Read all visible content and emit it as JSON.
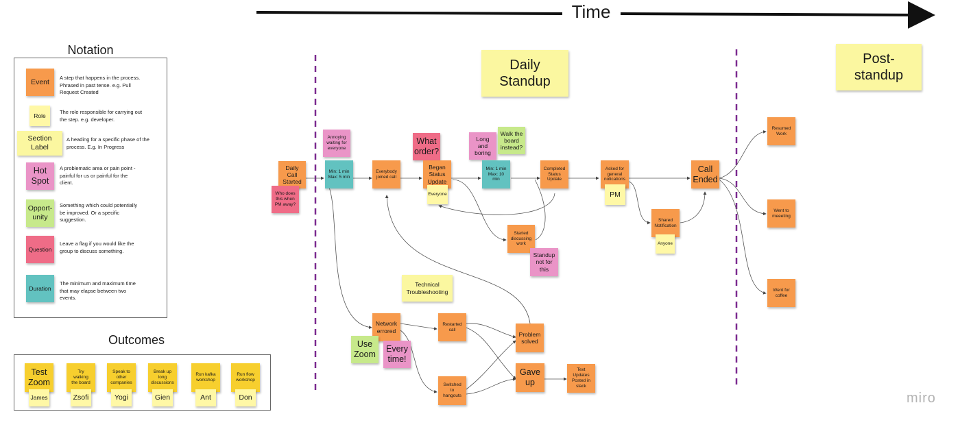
{
  "header": {
    "title": "Time"
  },
  "notation": {
    "title": "Notation",
    "items": [
      {
        "label": "Event",
        "description": "A step that happens in the process.\nPhrased in past tense. e.g. Pull\nRequest Created"
      },
      {
        "label": "Role",
        "description": "The role responsible for carrying out\nthe step. e.g. developer."
      },
      {
        "label": "Section\nLabel",
        "description": "A heading for a specific phase of the\nprocess. E.g. In Progress"
      },
      {
        "label": "Hot\nSpot",
        "description": "A problematic area or pain point -\npainful for us or painful for the\nclient."
      },
      {
        "label": "Opport-\nunity",
        "description": "Something which could potentially\nbe improved. Or a specific\nsuggestion."
      },
      {
        "label": "Question",
        "description": "Leave a flag if you would like the\ngroup to discuss something."
      },
      {
        "label": "Duration",
        "description": "The minimum and maximum time\nthat may elapse between two\nevents."
      }
    ]
  },
  "outcomes": {
    "title": "Outcomes",
    "items": [
      {
        "action": "Test\nZoom",
        "owner": "James"
      },
      {
        "action": "Try\nwalking\nthe board",
        "owner": "Zsofi"
      },
      {
        "action": "Speak to\nother\ncompanies",
        "owner": "Yogi"
      },
      {
        "action": "Break up\nlong\ndiscussions",
        "owner": "Gien"
      },
      {
        "action": "Run kafka\nworkshop",
        "owner": "Ant"
      },
      {
        "action": "Run flow\nworkshop",
        "owner": "Don"
      }
    ]
  },
  "sections": {
    "daily": "Daily\nStandup",
    "post": "Post-\nstandup"
  },
  "board": {
    "call_started": "Daily\nCall\nStarted",
    "who_does": "Who does\nthis when\nPM away?",
    "annoying": "Annoying\nwaiting for\neveryone",
    "duration1": "Min: 1 min\nMax: 5 min",
    "joined": "Everybody\njoined call",
    "what_order": "What\norder?",
    "began_status": "Began\nStatus\nUpdate",
    "everyone": "Everyone",
    "long_boring": "Long\nand\nboring",
    "walk_board": "Walk the\nboard\ninstead?",
    "duration2": "Min: 1 min\nMax: 10\nmin",
    "completed_status": "Completed\nStatus\nUpdate",
    "asked_general": "Asked for\ngeneral\nnotications",
    "pm": "PM",
    "call_ended": "Call\nEnded",
    "shared_notification": "Shared\nNotification",
    "anyone": "Anyone",
    "started_discussing": "Started\ndiscussing\nwork",
    "standup_not": "Standup\nnot for\nthis",
    "tech_trouble": "Technical\nTroubleshooting",
    "network_errored": "Network\nerrored",
    "use_zoom": "Use\nZoom",
    "every_time": "Every\ntime!",
    "restarted": "Restarted\ncall",
    "problem_solved": "Problem\nsolved",
    "gave_up": "Gave\nup",
    "switched": "Switched\nto\nhangouts",
    "text_updates": "Text\nUpdates\nPosted in\nslack",
    "resumed": "Resumed\nWork",
    "went_meeting": "Went to\nmeeeting",
    "went_coffee": "Went for\ncoffee"
  },
  "branding": {
    "logo": "miro"
  },
  "colors": {
    "event": "#f79a4c",
    "role": "#fff8a6",
    "section": "#fbf7a0",
    "hotspot": "#ea94c7",
    "opportunity": "#c7e98b",
    "question": "#ef6c87",
    "duration": "#62c2c0",
    "outcome": "#f7cf2e",
    "divider": "#7b2a8f"
  }
}
